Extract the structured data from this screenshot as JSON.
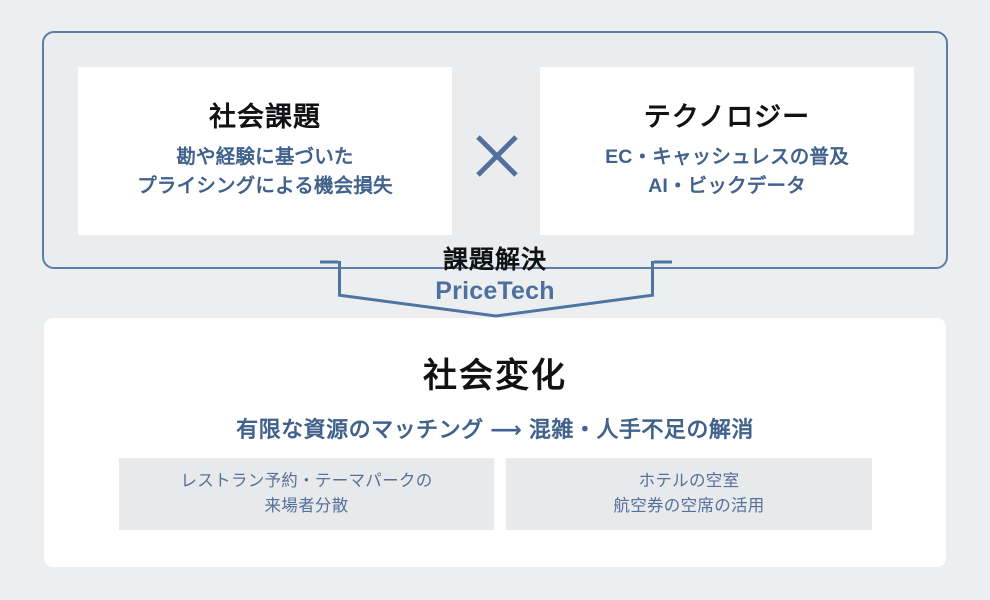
{
  "colors": {
    "page_background": "#edeef0",
    "container_border": "#5b7da8",
    "container_fill": "#ebecee",
    "accent_blue": "#41628d",
    "brand_blue": "#4d70a0",
    "tile_fill": "#e8e9eb",
    "tile_text": "#54719b",
    "heading_black": "#111214",
    "card_white": "#ffffff"
  },
  "top_container": {
    "multiply_icon": "multiply-icon",
    "pillars": [
      {
        "id": "problem",
        "title": "社会課題",
        "body_lines": [
          "勘や経験に基づいた",
          "プライシングによる機会損失"
        ]
      },
      {
        "id": "technology",
        "title": "テクノロジー",
        "body_lines": [
          "EC・キャッシュレスの普及",
          "AI・ビックデータ"
        ]
      }
    ]
  },
  "connector": {
    "icon": "funnel-arrow-icon",
    "headline": "課題解決",
    "brand": "PriceTech"
  },
  "outcome_card": {
    "title": "社会変化",
    "subtitle": "有限な資源のマッチング ⟶ 混雑・人手不足の解消",
    "subtitle_parts": {
      "from": "有限な資源のマッチング",
      "arrow": "⟶",
      "to": "混雑・人手不足の解消"
    },
    "examples": [
      {
        "lines": [
          "レストラン予約・テーマパークの",
          "来場者分散"
        ]
      },
      {
        "lines": [
          "ホテルの空室",
          "航空券の空席の活用"
        ]
      }
    ]
  }
}
